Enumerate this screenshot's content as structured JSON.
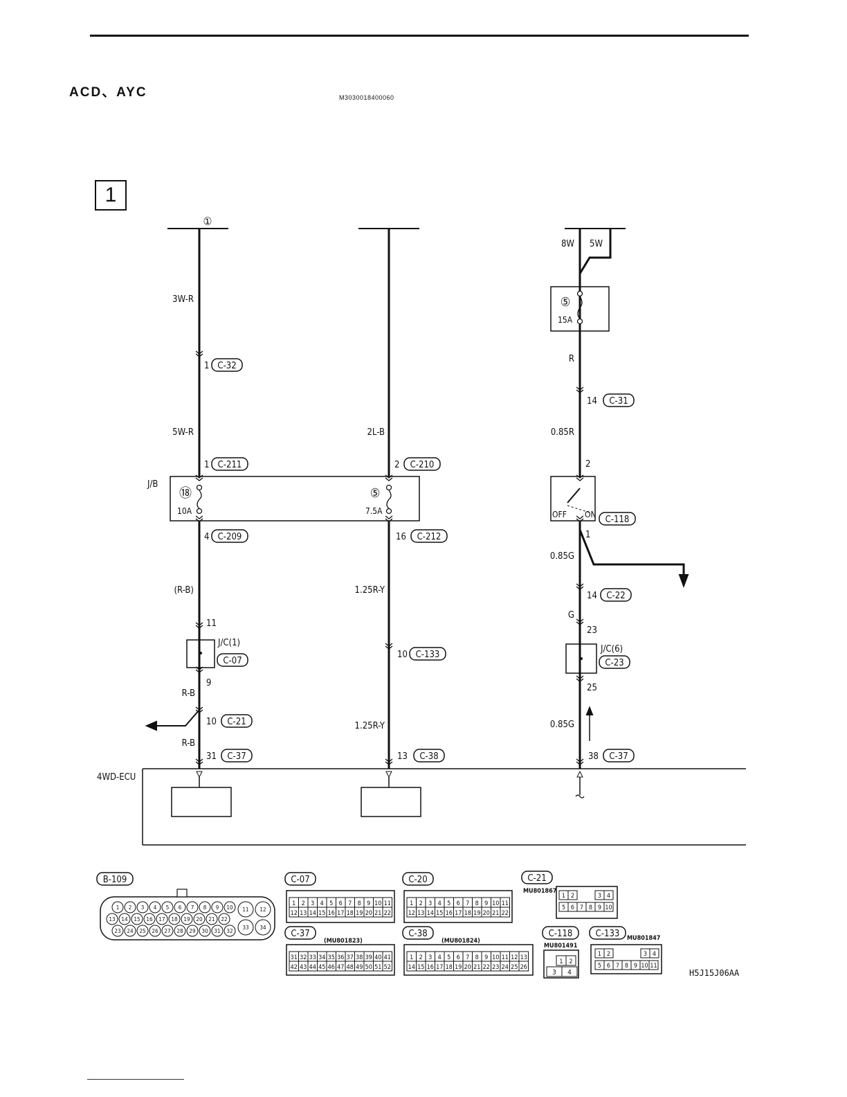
{
  "title": "ACD、AYC",
  "doc_id": "M3030018400060",
  "sheet_number": "1",
  "figure_id": "H5J15J06AA",
  "ecu_label": "4WD-ECU",
  "junction_block_label": "J/B",
  "source_marker": "①",
  "switch_labels": {
    "off": "OFF",
    "on": "ON"
  },
  "fuses": [
    {
      "id": "fuse-18",
      "number": "⑱",
      "rating": "10A"
    },
    {
      "id": "fuse-5-jb",
      "number": "⑤",
      "rating": "7.5A"
    },
    {
      "id": "fuse-5-hi",
      "number": "⑤",
      "rating": "15A"
    }
  ],
  "wire_labels": [
    "3W-R",
    "5W-R",
    "(R-B)",
    "R-B",
    "R-B",
    "2L-B",
    "1.25R-Y",
    "1.25R-Y",
    "8W",
    "5W",
    "R",
    "0.85R",
    "0.85G",
    "G",
    "0.85G"
  ],
  "pins": [
    "1",
    "1",
    "4",
    "11",
    "9",
    "10",
    "31",
    "2",
    "16",
    "10",
    "13",
    "14",
    "2",
    "1",
    "14",
    "23",
    "25",
    "38"
  ],
  "connectors_inline": [
    "C-32",
    "C-211",
    "C-209",
    "C-07",
    "C-21",
    "C-37",
    "C-210",
    "C-212",
    "C-133",
    "C-38",
    "C-31",
    "C-118",
    "C-22",
    "C-23",
    "C-37"
  ],
  "joint_connectors": [
    "J/C(1)",
    "J/C(6)"
  ],
  "connector_views": [
    {
      "name": "B-109",
      "part": "",
      "rows": [
        [
          "1",
          "2",
          "3",
          "4",
          "5",
          "6",
          "7",
          "8",
          "9",
          "10",
          "11",
          "12"
        ],
        [
          "13",
          "14",
          "15",
          "16",
          "17",
          "18",
          "19",
          "20",
          "21",
          "22"
        ],
        [
          "23",
          "24",
          "25",
          "26",
          "27",
          "28",
          "29",
          "30",
          "31",
          "32",
          "33",
          "34"
        ]
      ]
    },
    {
      "name": "C-07",
      "part": "",
      "rows": [
        [
          "1",
          "2",
          "3",
          "4",
          "5",
          "6",
          "7",
          "8",
          "9",
          "10",
          "11"
        ],
        [
          "12",
          "13",
          "14",
          "15",
          "16",
          "17",
          "18",
          "19",
          "20",
          "21",
          "22"
        ]
      ]
    },
    {
      "name": "C-20",
      "part": "",
      "rows": [
        [
          "1",
          "2",
          "3",
          "4",
          "5",
          "6",
          "7",
          "8",
          "9",
          "10",
          "11"
        ],
        [
          "12",
          "13",
          "14",
          "15",
          "16",
          "17",
          "18",
          "19",
          "20",
          "21",
          "22"
        ]
      ]
    },
    {
      "name": "C-21",
      "part": "MU801867",
      "rows": [
        [
          "1",
          "2",
          "3",
          "4"
        ],
        [
          "5",
          "6",
          "7",
          "8",
          "9",
          "10"
        ]
      ]
    },
    {
      "name": "C-37",
      "part": "(MU801823)",
      "rows": [
        [
          "31",
          "32",
          "33",
          "34",
          "35",
          "36",
          "37",
          "38",
          "39",
          "40",
          "41"
        ],
        [
          "42",
          "43",
          "44",
          "45",
          "46",
          "47",
          "48",
          "49",
          "50",
          "51",
          "52"
        ]
      ]
    },
    {
      "name": "C-38",
      "part": "(MU801824)",
      "rows": [
        [
          "1",
          "2",
          "3",
          "4",
          "5",
          "6",
          "7",
          "8",
          "9",
          "10",
          "11",
          "12",
          "13"
        ],
        [
          "14",
          "15",
          "16",
          "17",
          "18",
          "19",
          "20",
          "21",
          "22",
          "23",
          "24",
          "25",
          "26"
        ]
      ]
    },
    {
      "name": "C-118",
      "part": "MU801491",
      "rows": [
        [
          "1",
          "2"
        ],
        [
          "3",
          "4"
        ]
      ]
    },
    {
      "name": "C-133",
      "part": "MU801847",
      "rows": [
        [
          "1",
          "2",
          "3",
          "4"
        ],
        [
          "5",
          "6",
          "7",
          "8",
          "9",
          "10",
          "11"
        ]
      ]
    }
  ]
}
